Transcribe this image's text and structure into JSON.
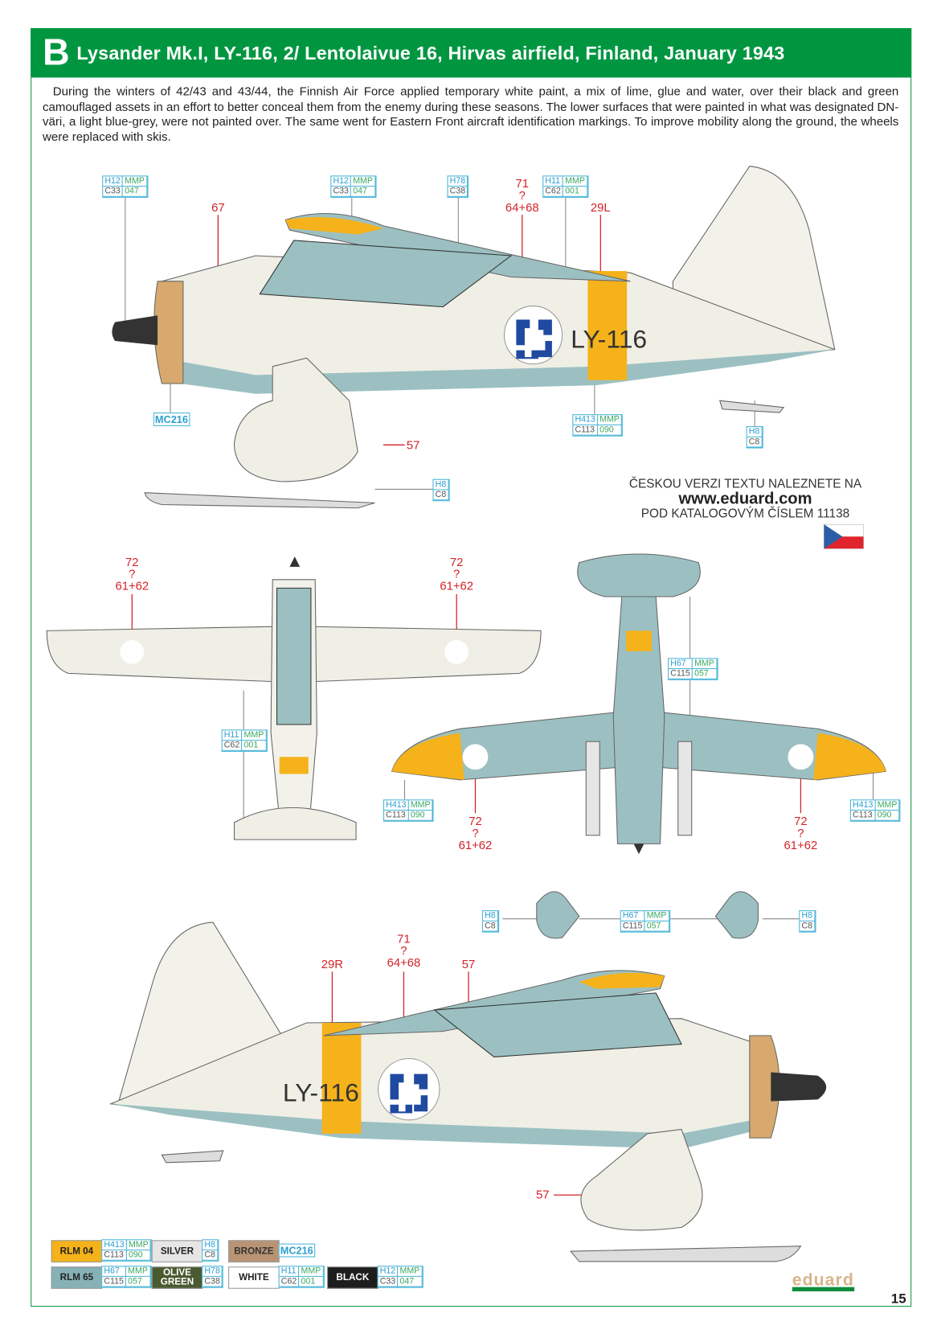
{
  "header": {
    "letter": "B",
    "title": "Lysander Mk.I, LY-116, 2/ Lentolaivue 16, Hirvas airfield, Finland, January 1943"
  },
  "description": "During the winters of 42/43 and 43/44, the Finnish Air Force applied temporary white paint, a mix of lime, glue and water, over their black and green camouflaged assets in an effort to better conceal them from the enemy during these seasons.  The lower surfaces that were painted in what was designated DN- väri, a light blue-grey, were not painted over. The same went for Eastern Front aircraft identification markings. To improve mobility along the ground, the wheels were replaced with skis.",
  "aircraft_code": "LY-116",
  "czech_note": {
    "line1": "ČESKOU VERZI TEXTU NALEZNETE NA",
    "line2": "www.eduard.com",
    "line3": "POD KATALOGOVÝM ČÍSLEM 11138"
  },
  "paint_callouts": [
    {
      "h": "H12",
      "m": "MMP",
      "c": "C33",
      "n": "047"
    },
    {
      "h": "H12",
      "m": "MMP",
      "c": "C33",
      "n": "047"
    },
    {
      "h": "H78",
      "c": "C38"
    },
    {
      "h": "H11",
      "m": "MMP",
      "c": "C62",
      "n": "001"
    },
    {
      "h": "H413",
      "m": "MMP",
      "c": "C113",
      "n": "090"
    },
    {
      "h": "H8",
      "c": "C8"
    },
    {
      "h": "H8",
      "c": "C8"
    },
    {
      "h": "H11",
      "m": "MMP",
      "c": "C62",
      "n": "001"
    },
    {
      "h": "H67",
      "m": "MMP",
      "c": "C115",
      "n": "057"
    },
    {
      "h": "H413",
      "m": "MMP",
      "c": "C113",
      "n": "090"
    },
    {
      "h": "H413",
      "m": "MMP",
      "c": "C113",
      "n": "090"
    },
    {
      "h": "H8",
      "c": "C8"
    },
    {
      "h": "H67",
      "m": "MMP",
      "c": "C115",
      "n": "057"
    },
    {
      "h": "H8",
      "c": "C8"
    }
  ],
  "marking_callouts": [
    {
      "text": "67"
    },
    {
      "text": "71\n?\n64+68"
    },
    {
      "text": "29L"
    },
    {
      "text": "57"
    },
    {
      "text": "72\n?\n61+62"
    },
    {
      "text": "72\n?\n61+62"
    },
    {
      "text": "72\n?\n61+62"
    },
    {
      "text": "72\n?\n61+62"
    },
    {
      "text": "29R"
    },
    {
      "text": "71\n?\n64+68"
    },
    {
      "text": "57"
    },
    {
      "text": "57"
    }
  ],
  "mc_callout": "MC216",
  "legend": [
    {
      "name": "RLM 04",
      "color": "#f5b21a",
      "text": "#222",
      "h": "H413",
      "m": "MMP",
      "c": "C113",
      "n": "090"
    },
    {
      "name": "SILVER",
      "color": "#e6e6e6",
      "text": "#222",
      "h": "H8",
      "c": "C8"
    },
    {
      "name": "BRONZE",
      "color": "#b89474",
      "text": "#333",
      "mc": "MC216"
    },
    {
      "name": "RLM 65",
      "color": "#86b2b6",
      "text": "#222",
      "h": "H67",
      "m": "MMP",
      "c": "C115",
      "n": "057"
    },
    {
      "name": "OLIVE GREEN",
      "color": "#4a5a30",
      "text": "#fff",
      "h": "H78",
      "c": "C38"
    },
    {
      "name": "WHITE",
      "color": "#fff",
      "text": "#222",
      "h": "H11",
      "m": "MMP",
      "c": "C62",
      "n": "001"
    },
    {
      "name": "BLACK",
      "color": "#1d1d1d",
      "text": "#fff",
      "h": "H12",
      "m": "MMP",
      "c": "C33",
      "n": "047"
    }
  ],
  "brand": "eduard",
  "page_number": "15",
  "colors": {
    "header_green": "#009640",
    "callout_red": "#d3232a",
    "callout_blue": "#2b9fd0",
    "rlm04": "#f5b21a",
    "rlm65": "#86b2b6"
  }
}
